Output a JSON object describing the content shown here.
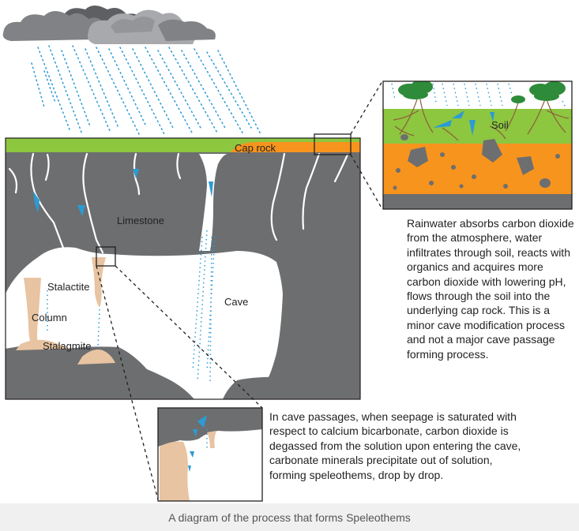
{
  "labels": {
    "cap_rock": "Cap rock",
    "limestone": "Limestone",
    "stalactite": "Stalactite",
    "column": "Column",
    "stalagmite": "Stalagmite",
    "cave": "Cave",
    "soil": "Soil"
  },
  "notes": {
    "soil_process": "Rainwater absorbs carbon dioxide from the atmosphere, water infiltrates through soil, reacts with organics and acquires more carbon dioxide with lowering pH, flows through the soil into the underlying cap rock. This is a minor cave modification process and not a major cave passage forming process.",
    "cave_process": "In cave passages, when seepage is saturated with respect to calcium bicarbonate, carbon dioxide is degassed from the solution upon entering the cave, carbonate minerals precipitate out of solution, forming speleothems, drop by drop."
  },
  "caption": "A diagram of the process that forms Speleothems",
  "colors": {
    "rock": "#6d6e70",
    "soil_green": "#8dc63f",
    "cap_orange": "#f7941d",
    "water": "#2b9bd6",
    "speleothem": "#e8c4a2",
    "cloud": "#808285"
  }
}
